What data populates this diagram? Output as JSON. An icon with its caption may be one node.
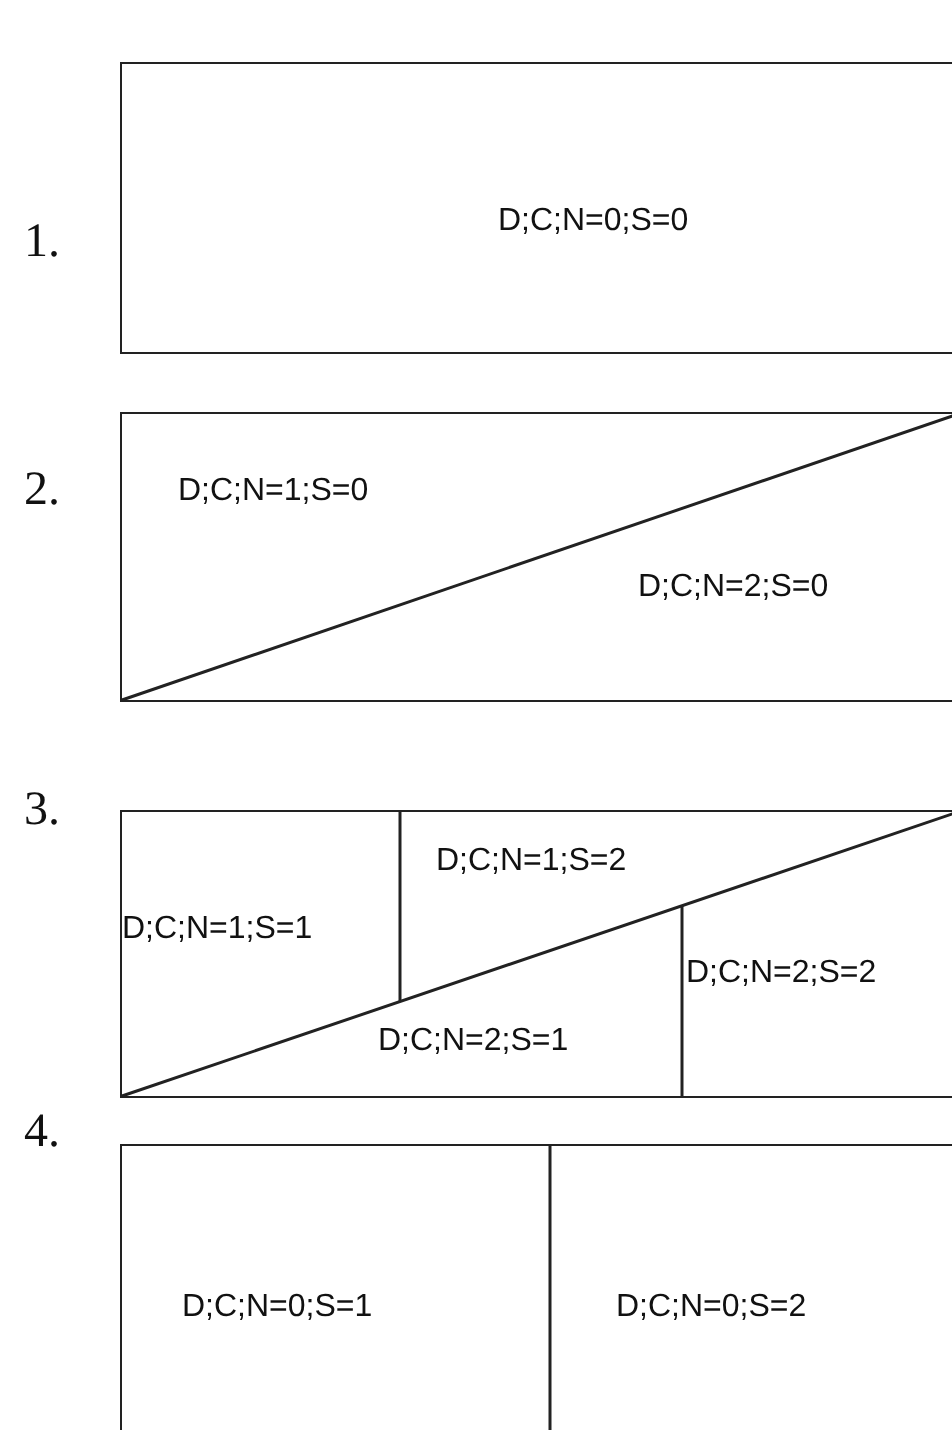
{
  "diagram": {
    "nodes": [
      {
        "text": [
          "D;C;N=0;S=0"
        ]
      },
      {
        "text": [
          "D;C;N=1;S=0",
          "D;C;N=2;S=0"
        ]
      },
      {
        "text": [
          "D;C;N=1;S=2",
          "D;C;N=1;S=1",
          "D;C;N=2;S=2",
          "D;C;N=2;S=1"
        ]
      },
      {
        "text": [
          "D;C;N=0;S=1",
          "D;C;N=0;S=2"
        ]
      }
    ],
    "labels": [
      "1.",
      "2.",
      "3.",
      "4."
    ]
  }
}
